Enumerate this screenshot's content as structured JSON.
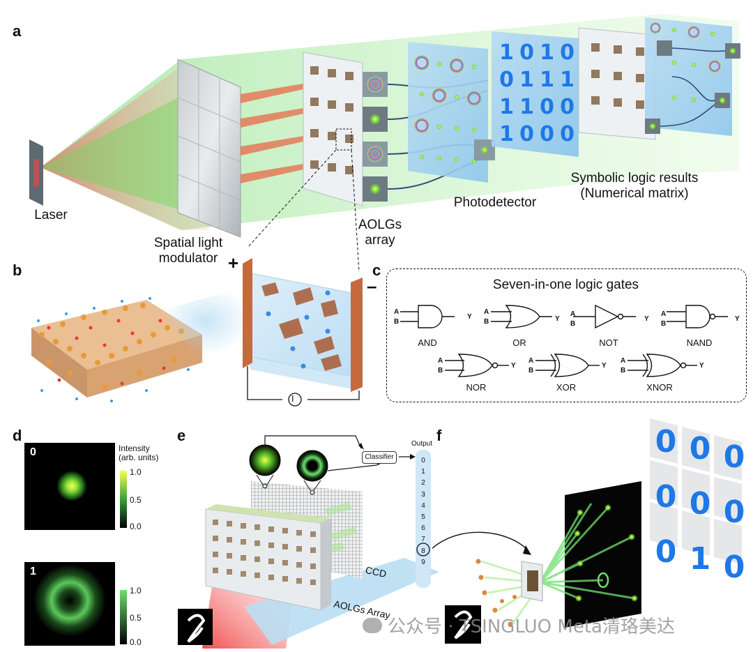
{
  "panel_a": {
    "letter": "a",
    "laser_label": "Laser",
    "slm_label_line1": "Spatial light",
    "slm_label_line2": "modulator",
    "aolg_label_line1": "AOLGs",
    "aolg_label_line2": "array",
    "photodetector_label": "Photodetector",
    "results_label_line1": "Symbolic logic results",
    "results_label_line2": "(Numerical matrix)",
    "matrix_digits": [
      [
        "1",
        "0",
        "1",
        "0"
      ],
      [
        "0",
        "1",
        "1",
        "1"
      ],
      [
        "1",
        "1",
        "0",
        "0"
      ],
      [
        "1",
        "0",
        "0",
        "0"
      ]
    ]
  },
  "panel_b": {
    "letter": "b",
    "plus": "+",
    "minus": "–",
    "current_symbol": "I"
  },
  "panel_c": {
    "letter": "c",
    "title": "Seven-in-one logic gates",
    "pin_a": "A",
    "pin_b": "B",
    "pin_y": "Y",
    "gates": [
      "AND",
      "OR",
      "NOT",
      "NAND",
      "NOR",
      "XOR",
      "XNOR"
    ]
  },
  "panel_d": {
    "letter": "d",
    "map_labels": [
      "0",
      "1"
    ],
    "colorbar_title_line1": "Intensity",
    "colorbar_title_line2": "(arb. units)",
    "colorbar_ticks": [
      "1.0",
      "0.5",
      "0.0"
    ]
  },
  "panel_e": {
    "letter": "e",
    "classifier_label": "Classifier",
    "output_label": "Output",
    "output_values": [
      "0",
      "1",
      "2",
      "3",
      "4",
      "5",
      "6",
      "7",
      "8",
      "9"
    ],
    "selected_output": "8",
    "ccd_label": "CCD",
    "array_label": "AOLGs Array"
  },
  "panel_f": {
    "letter": "f",
    "matrix_digits": [
      [
        "0",
        "0",
        "0"
      ],
      [
        "0",
        "0",
        "0"
      ],
      [
        "0",
        "1",
        "0"
      ]
    ]
  },
  "watermark": "公众号 · TSINGLUO Meta清珞美达",
  "colors": {
    "green_beam": "#7ee06a",
    "red_beam": "#f05a5a",
    "digit_blue": "#1e78e6",
    "electrode": "#c46a3d"
  }
}
